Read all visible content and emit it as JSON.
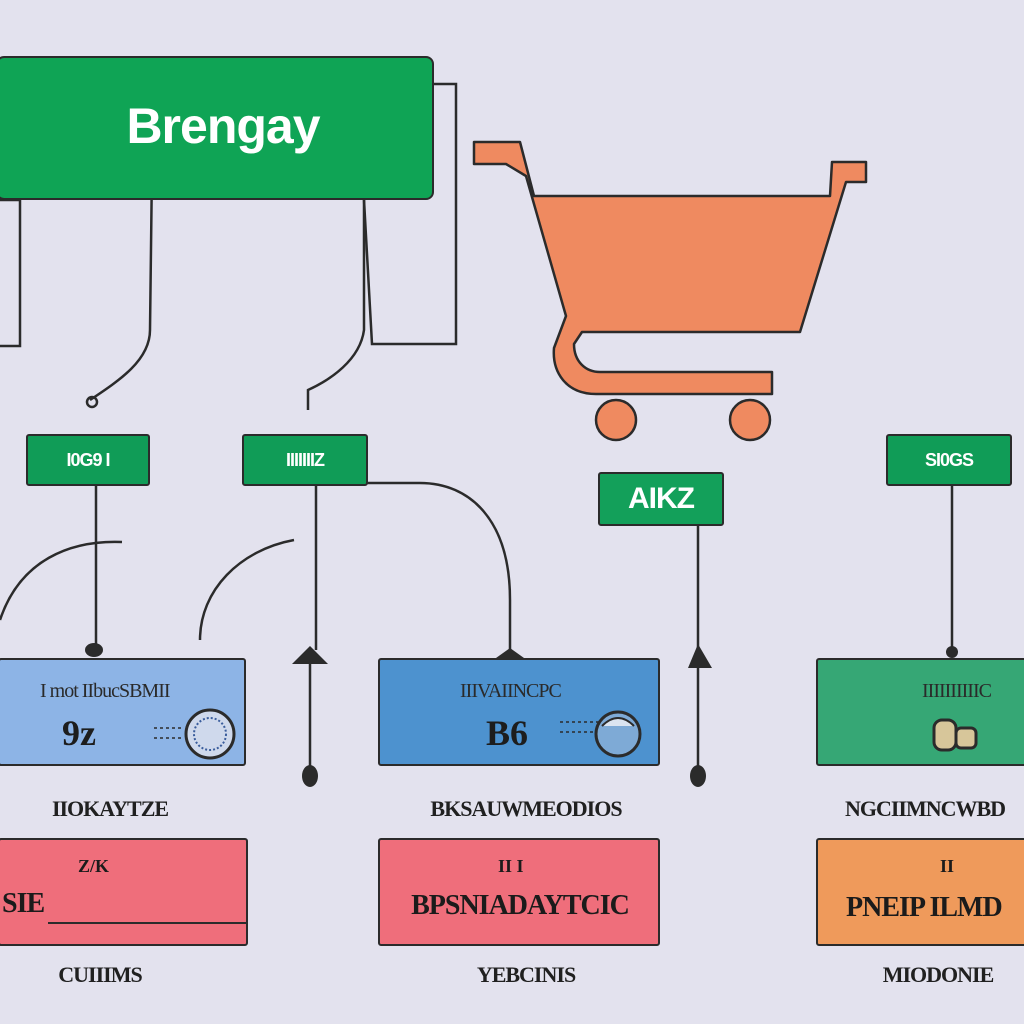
{
  "colors": {
    "background": "#e3e2ee",
    "title_green": "#0fa455",
    "tag_green": "#109c57",
    "cart_orange": "#ef8a60",
    "card_lightblue": "#8db4e6",
    "card_blue": "#4d92cf",
    "card_green": "#36a775",
    "card_red": "#ef6e7b",
    "card_orange": "#ef9a5b",
    "line": "#2b2b2b"
  },
  "title": {
    "text": "Brengay"
  },
  "cart": {
    "icon": "shopping-cart-icon"
  },
  "tags": [
    {
      "text": "I0G9 I"
    },
    {
      "text": "IIIIIIIZ"
    },
    {
      "text": "AIKZ"
    },
    {
      "text": "SI0GS"
    }
  ],
  "cards": [
    {
      "head": "I mot IIbucSBMII",
      "big": "9z",
      "icon": "globe-icon"
    },
    {
      "head": "IIIVAIINCPC",
      "big": "B6",
      "icon": "globe-icon"
    },
    {
      "head": "IIIIIIIIIIC",
      "big": "",
      "icon": "lock-icon"
    }
  ],
  "captions": [
    "IIOKAYTZE",
    "BKSAUWMEODIOS",
    "NGCIIMNCWBD"
  ],
  "price_cards": [
    {
      "mini": "Z/K",
      "main": "SIE"
    },
    {
      "mini": "II I",
      "main": "BPSNIADAYTCIC"
    },
    {
      "mini": "II",
      "main": "PNEIP ILMD"
    }
  ],
  "footers": [
    "CUIIIMS",
    "YEBCINIS",
    "MIODONIE"
  ]
}
